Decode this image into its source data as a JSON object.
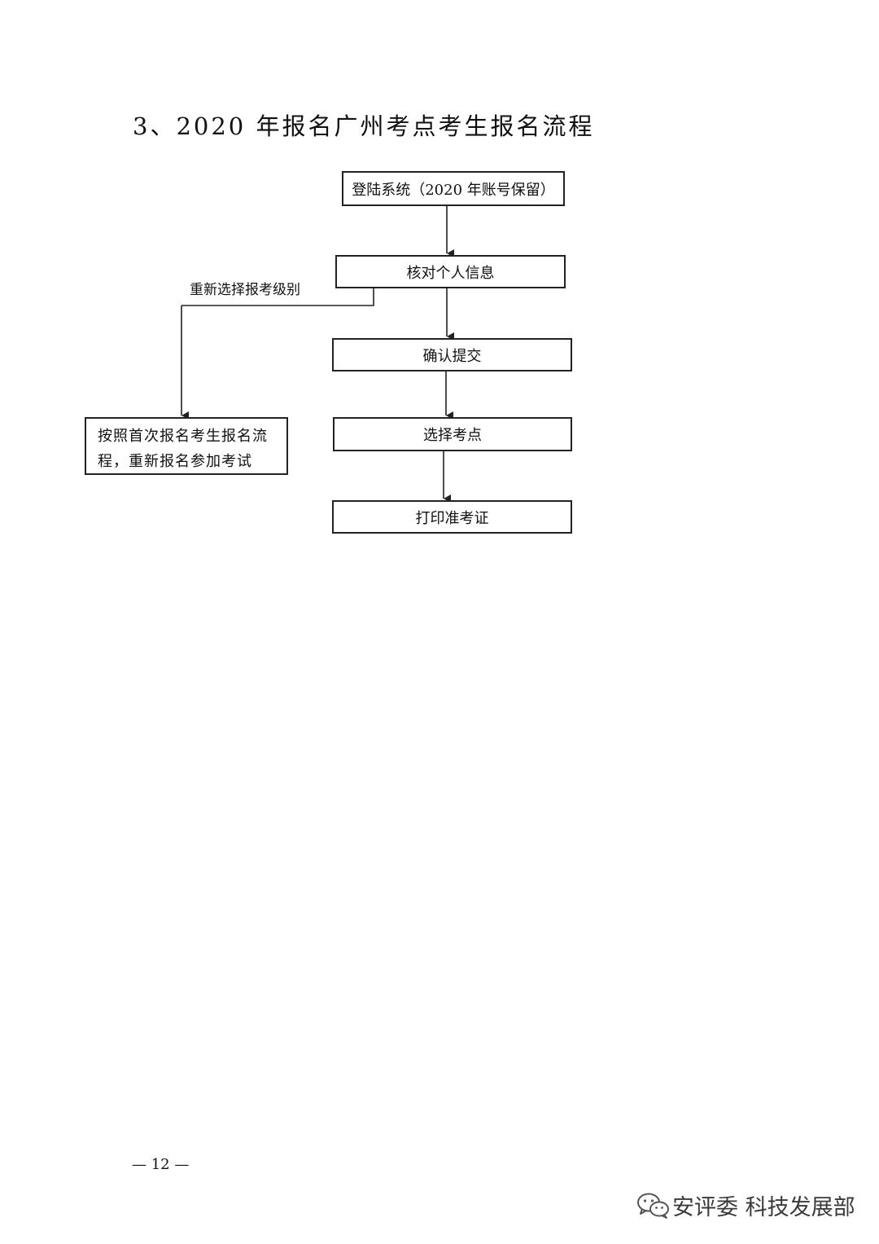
{
  "title": "3、2020 年报名广州考点考生报名流程",
  "flow": {
    "step1": "登陆系统（2020 年账号保留）",
    "step2": "核对个人信息",
    "step3": "确认提交",
    "step4": "选择考点",
    "step5": "打印准考证",
    "branch_label": "重新选择报考级别",
    "branch_box_line1": "按照首次报名考生报名流",
    "branch_box_line2": "程，重新报名参加考试"
  },
  "footer": {
    "page_number": "— 12 —"
  },
  "watermark": {
    "icon": "wechat-icon",
    "text": "安评委 科技发展部"
  }
}
